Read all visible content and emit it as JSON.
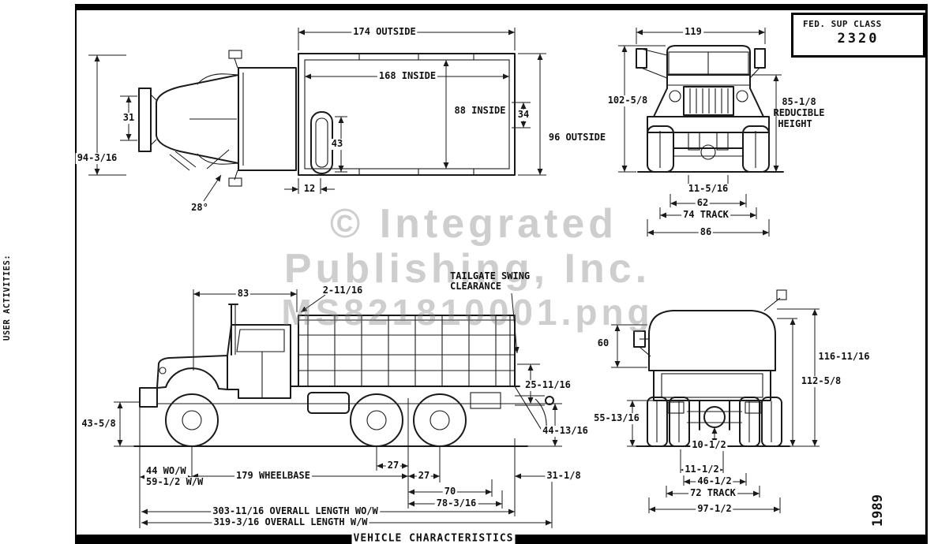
{
  "page": {
    "caption": "VEHICLE CHARACTERISTICS",
    "left_margin_text": "USER ACTIVITIES:",
    "year_text": "1989",
    "fed_label": "FED. SUP CLASS",
    "fed_value": "2320",
    "watermark": {
      "line1": "© Integrated",
      "line2": "Publishing, Inc.",
      "line3": "MS821810001.png"
    }
  },
  "top_view": {
    "d174_outside": "174 OUTSIDE",
    "d168_inside": "168 INSIDE",
    "d88_inside": "88 INSIDE",
    "d34": "34",
    "d96_outside": "96 OUTSIDE",
    "d31": "31",
    "d94_3_16": "94-3/16",
    "d43": "43",
    "d12": "12",
    "d28_deg": "28°"
  },
  "front_view": {
    "d119": "119",
    "d102_5_8": "102-5/8",
    "d85_1_8": "85-1/8",
    "reducible_1": "REDUCIBLE",
    "reducible_2": "HEIGHT",
    "d11_5_16": "11-5/16",
    "d62": "62",
    "d74_track": "74 TRACK",
    "d86": "86"
  },
  "side_view": {
    "d83": "83",
    "d2_11_16": "2-11/16",
    "note_tailgate_1": "TAILGATE SWING",
    "note_tailgate_2": "CLEARANCE",
    "d25_11_16": "25-11/16",
    "d43_5_8": "43-5/8",
    "d44_13_16": "44-13/16",
    "d44_wow": "44 WO/W",
    "d59_1_2_ww": "59-1/2 W/W",
    "d179_wheelbase": "179 WHEELBASE",
    "d27_a": "27",
    "d27_b": "27",
    "d70": "70",
    "d78_3_16": "78-3/16",
    "d31_1_8": "31-1/8",
    "d303_11_16": "303-11/16 OVERALL LENGTH WO/W",
    "d319_3_16": "319-3/16 OVERALL LENGTH W/W"
  },
  "rear_view": {
    "d60": "60",
    "d116_11_16": "116-11/16",
    "d112_5_8": "112-5/8",
    "d55_13_16": "55-13/16",
    "d10_1_2": "10-1/2",
    "d11_1_2": "11-1/2",
    "d46_1_2": "46-1/2",
    "d72_track": "72 TRACK",
    "d97_1_2": "97-1/2"
  }
}
